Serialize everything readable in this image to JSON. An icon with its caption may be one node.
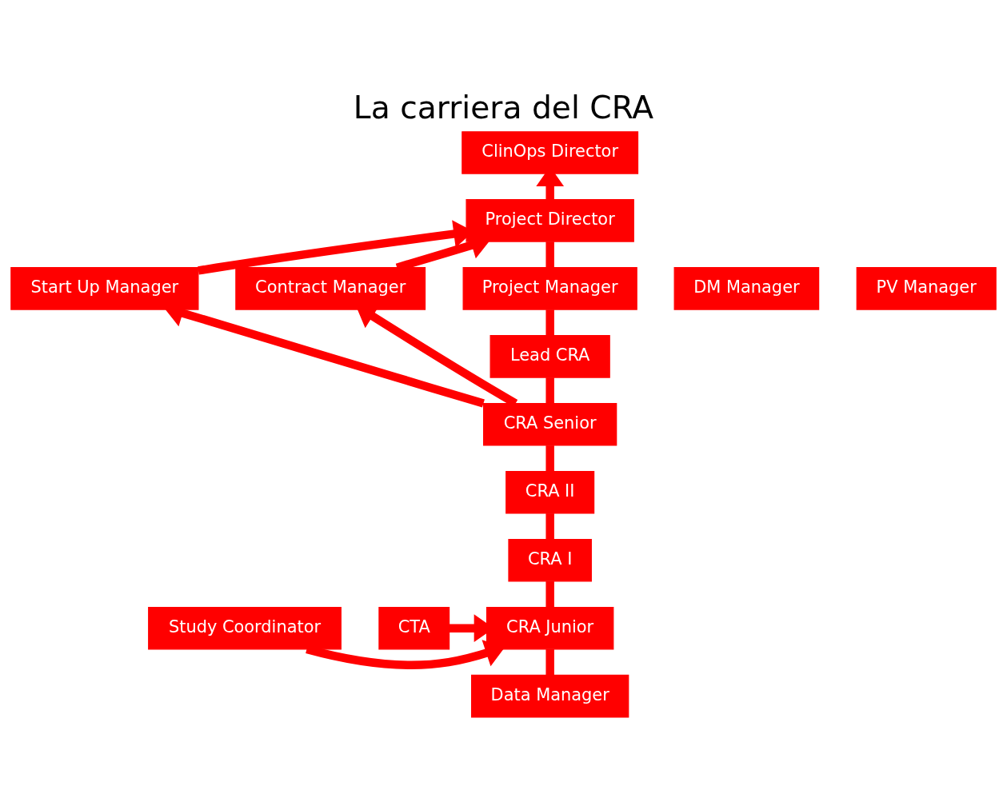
{
  "diagram": {
    "title": "La carriera del CRA",
    "nodes": [
      {
        "text": [
          "ClinOps Director"
        ]
      },
      {
        "text": [
          "Project Director"
        ]
      },
      {
        "text": [
          "DM Manager"
        ]
      },
      {
        "text": [
          "Start Up Manager"
        ]
      },
      {
        "text": [
          "Project Manager"
        ]
      },
      {
        "text": [
          "PV Manager"
        ]
      },
      {
        "text": [
          "Contract Manager"
        ]
      },
      {
        "text": [
          "Lead CRA"
        ]
      },
      {
        "text": [
          "CRA Senior"
        ]
      },
      {
        "text": [
          "CRA II"
        ]
      },
      {
        "text": [
          "CRA I"
        ]
      },
      {
        "text": [
          "Study Coordinator"
        ]
      },
      {
        "text": [
          "CRA Junior"
        ]
      },
      {
        "text": [
          "CTA"
        ]
      },
      {
        "text": [
          "Data Manager"
        ]
      }
    ],
    "edges": [
      {
        "from": 1,
        "to": 0,
        "arrow": "to"
      },
      {
        "from": 14,
        "to": 12,
        "arrow": "none"
      },
      {
        "from": 12,
        "to": 10,
        "arrow": "none"
      },
      {
        "from": 10,
        "to": 9,
        "arrow": "none"
      },
      {
        "from": 9,
        "to": 8,
        "arrow": "none"
      },
      {
        "from": 8,
        "to": 7,
        "arrow": "none"
      },
      {
        "from": 7,
        "to": 4,
        "arrow": "none"
      },
      {
        "from": 4,
        "to": 1,
        "arrow": "none"
      },
      {
        "from": 11,
        "to": 12,
        "arrow": "to"
      },
      {
        "from": 13,
        "to": 12,
        "arrow": "to"
      },
      {
        "from": 8,
        "to": 3,
        "arrow": "to"
      },
      {
        "from": 3,
        "to": 1,
        "arrow": "to"
      },
      {
        "from": 8,
        "to": 6,
        "arrow": "to"
      },
      {
        "from": 6,
        "to": 1,
        "arrow": "to"
      }
    ]
  }
}
